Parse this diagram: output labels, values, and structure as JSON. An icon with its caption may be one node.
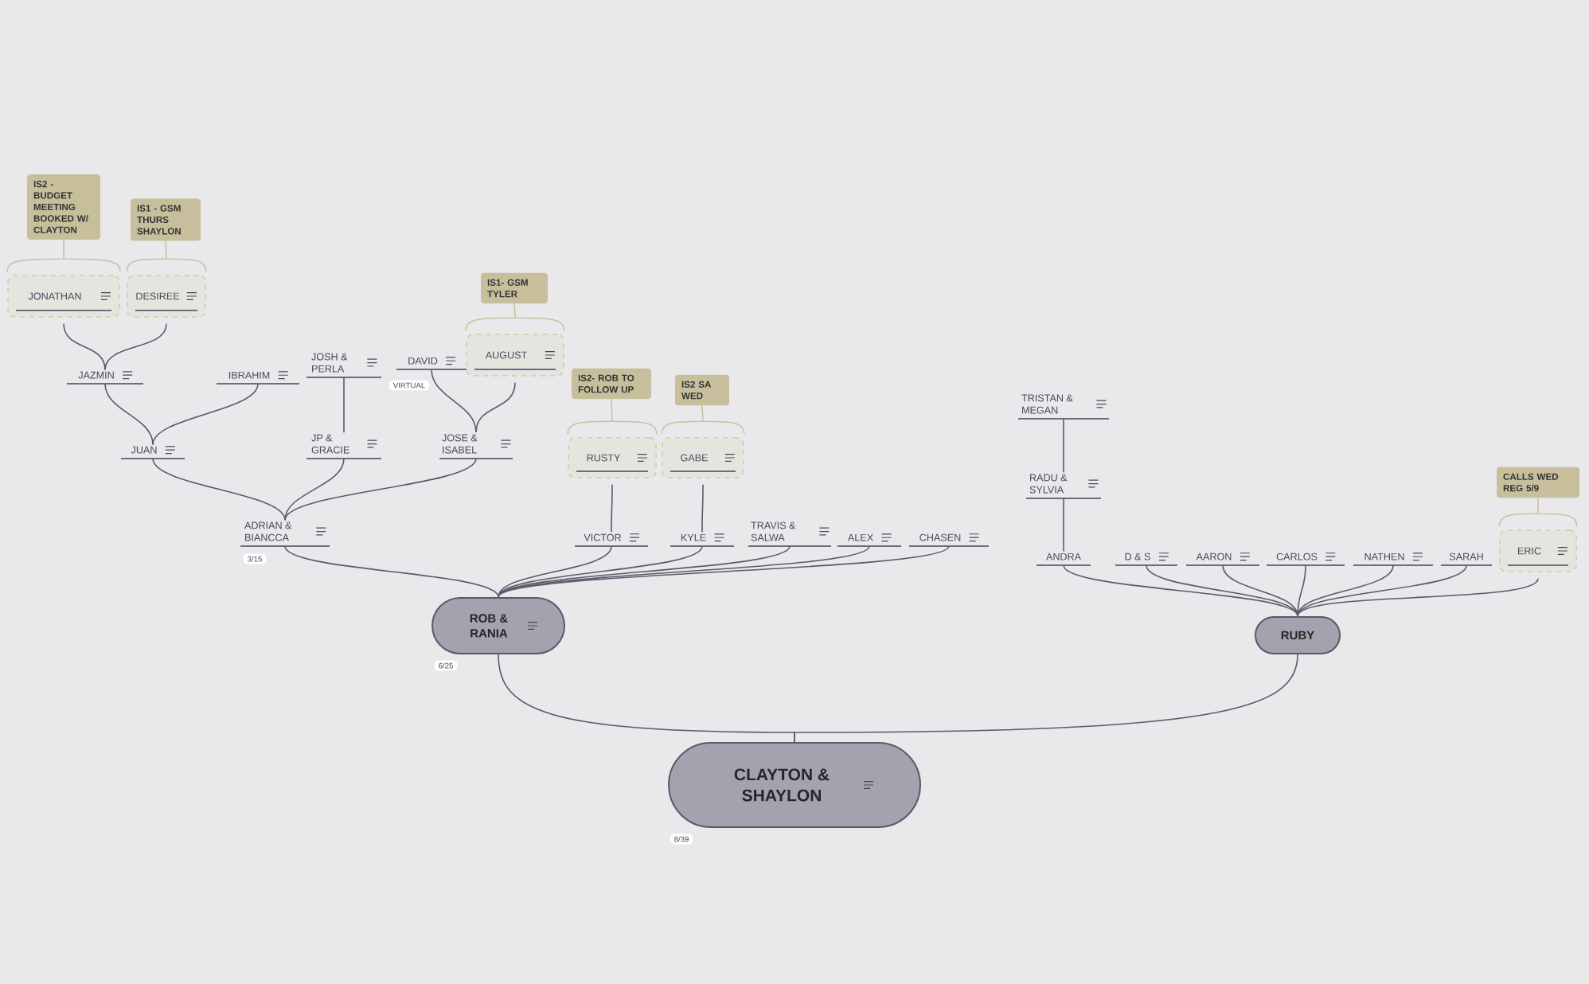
{
  "diagram": {
    "nodes": [
      {
        "text": [
          "CLAYTON & SHAYLON"
        ],
        "beside": [
          "8/39"
        ]
      },
      {
        "text": [
          "ROB & RANIA"
        ],
        "beside": [
          "6/25"
        ]
      },
      {
        "text": [
          "RUBY"
        ]
      },
      {
        "text": [
          "ADRIAN & BIANCCA"
        ],
        "beside": [
          "3/15"
        ]
      },
      {
        "text": [
          "VICTOR"
        ]
      },
      {
        "text": [
          "KYLE"
        ]
      },
      {
        "text": [
          "TRAVIS & SALWA"
        ]
      },
      {
        "text": [
          "ALEX"
        ]
      },
      {
        "text": [
          "CHASEN"
        ]
      },
      {
        "text": [
          "JUAN"
        ]
      },
      {
        "text": [
          "JP & GRACIE"
        ]
      },
      {
        "text": [
          "JOSE & ISABEL"
        ]
      },
      {
        "text": [
          "JAZMIN"
        ]
      },
      {
        "text": [
          "IBRAHIM"
        ]
      },
      {
        "text": [
          "JOSH & PERLA"
        ]
      },
      {
        "text": [
          "DAVID"
        ],
        "beside": [
          "VIRTUAL"
        ]
      },
      {
        "text": [
          "AUGUST"
        ]
      },
      {
        "text": [
          "JONATHAN"
        ]
      },
      {
        "text": [
          "DESIREE"
        ]
      },
      {
        "text": [
          "RUSTY"
        ]
      },
      {
        "text": [
          "GABE"
        ]
      },
      {
        "text": [
          "ANDRA"
        ]
      },
      {
        "text": [
          "D & S"
        ]
      },
      {
        "text": [
          "AARON"
        ]
      },
      {
        "text": [
          "CARLOS"
        ]
      },
      {
        "text": [
          "NATHEN"
        ]
      },
      {
        "text": [
          "SARAH"
        ]
      },
      {
        "text": [
          "ERIC"
        ]
      },
      {
        "text": [
          "RADU & SYLVIA"
        ]
      },
      {
        "text": [
          "TRISTAN & MEGAN"
        ]
      },
      {
        "text": [
          "IS2 - BUDGET MEETING BOOKED W/ CLAYTON"
        ]
      },
      {
        "text": [
          "IS1 - GSM THURS SHAYLON"
        ]
      },
      {
        "text": [
          "IS1- GSM TYLER"
        ]
      },
      {
        "text": [
          "IS2- ROB TO FOLLOW UP"
        ]
      },
      {
        "text": [
          "IS2 SA WED"
        ]
      },
      {
        "text": [
          "CALLS WED REG 5/9"
        ]
      }
    ],
    "edges": [
      {
        "from": 0,
        "to": 1,
        "arrow": "none"
      },
      {
        "from": 0,
        "to": 2,
        "arrow": "none"
      },
      {
        "from": 1,
        "to": 3,
        "arrow": "none"
      },
      {
        "from": 1,
        "to": 4,
        "arrow": "none"
      },
      {
        "from": 1,
        "to": 5,
        "arrow": "none"
      },
      {
        "from": 1,
        "to": 6,
        "arrow": "none"
      },
      {
        "from": 1,
        "to": 7,
        "arrow": "none"
      },
      {
        "from": 1,
        "to": 8,
        "arrow": "none"
      },
      {
        "from": 3,
        "to": 9,
        "arrow": "none"
      },
      {
        "from": 3,
        "to": 10,
        "arrow": "none"
      },
      {
        "from": 3,
        "to": 11,
        "arrow": "none"
      },
      {
        "from": 9,
        "to": 12,
        "arrow": "none"
      },
      {
        "from": 9,
        "to": 13,
        "arrow": "none"
      },
      {
        "from": 10,
        "to": 14,
        "arrow": "none"
      },
      {
        "from": 11,
        "to": 15,
        "arrow": "none"
      },
      {
        "from": 11,
        "to": 16,
        "arrow": "none"
      },
      {
        "from": 12,
        "to": 17,
        "arrow": "none"
      },
      {
        "from": 12,
        "to": 18,
        "arrow": "none"
      },
      {
        "from": 4,
        "to": 19,
        "arrow": "none"
      },
      {
        "from": 5,
        "to": 20,
        "arrow": "none"
      },
      {
        "from": 2,
        "to": 21,
        "arrow": "none"
      },
      {
        "from": 2,
        "to": 22,
        "arrow": "none"
      },
      {
        "from": 2,
        "to": 23,
        "arrow": "none"
      },
      {
        "from": 2,
        "to": 24,
        "arrow": "none"
      },
      {
        "from": 2,
        "to": 25,
        "arrow": "none"
      },
      {
        "from": 2,
        "to": 26,
        "arrow": "none"
      },
      {
        "from": 2,
        "to": 27,
        "arrow": "none"
      },
      {
        "from": 21,
        "to": 28,
        "arrow": "none"
      },
      {
        "from": 28,
        "to": 29,
        "arrow": "none"
      },
      {
        "from": 30,
        "to": 17,
        "arrow": "none",
        "color": "#c9c0a0"
      },
      {
        "from": 31,
        "to": 18,
        "arrow": "none",
        "color": "#c9c0a0"
      },
      {
        "from": 32,
        "to": 16,
        "arrow": "none",
        "color": "#c9c0a0"
      },
      {
        "from": 33,
        "to": 19,
        "arrow": "none",
        "color": "#c9c0a0"
      },
      {
        "from": 34,
        "to": 20,
        "arrow": "none",
        "color": "#c9c0a0"
      },
      {
        "from": 35,
        "to": 27,
        "arrow": "none",
        "color": "#c9c0a0"
      }
    ]
  }
}
